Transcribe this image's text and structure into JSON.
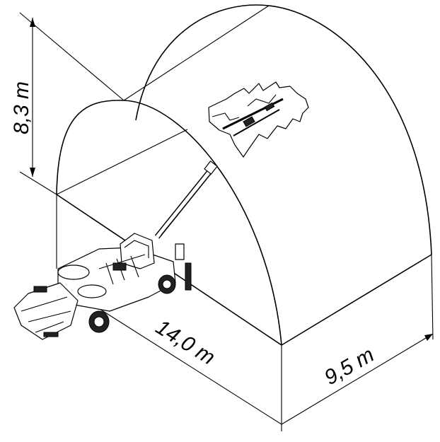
{
  "dimensions": {
    "height": "8,3 m",
    "length": "14,0 m",
    "width": "9,5 m"
  },
  "icons": {
    "machine": "drilling-rig-icon",
    "rock_face": "rock-face-drilling-icon"
  }
}
